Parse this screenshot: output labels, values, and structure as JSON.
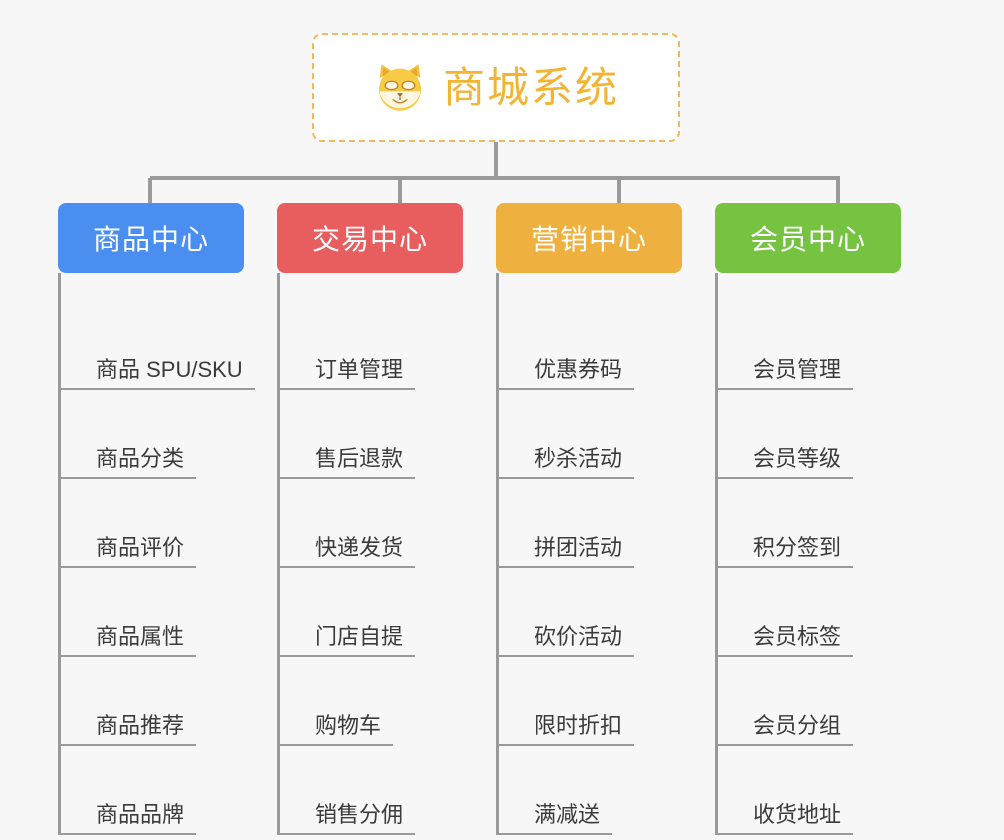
{
  "background_color": "#f7f7f7",
  "root": {
    "title": "商城系统",
    "icon": "shiba-dog-icon",
    "text_color": "#f3b431",
    "border_color": "#f0b95a",
    "background_color": "#ffffff"
  },
  "connector_color": "#9a9a9a",
  "columns": [
    {
      "title": "商品中心",
      "color": "#4a8ef0",
      "items": [
        "商品 SPU/SKU",
        "商品分类",
        "商品评价",
        "商品属性",
        "商品推荐",
        "商品品牌"
      ]
    },
    {
      "title": "交易中心",
      "color": "#e85d5d",
      "items": [
        "订单管理",
        "售后退款",
        "快递发货",
        "门店自提",
        "购物车",
        "销售分佣"
      ]
    },
    {
      "title": "营销中心",
      "color": "#eeb03f",
      "items": [
        "优惠券码",
        "秒杀活动",
        "拼团活动",
        "砍价活动",
        "限时折扣",
        "满减送"
      ]
    },
    {
      "title": "会员中心",
      "color": "#76c342",
      "items": [
        "会员管理",
        "会员等级",
        "积分签到",
        "会员标签",
        "会员分组",
        "收货地址"
      ]
    }
  ]
}
